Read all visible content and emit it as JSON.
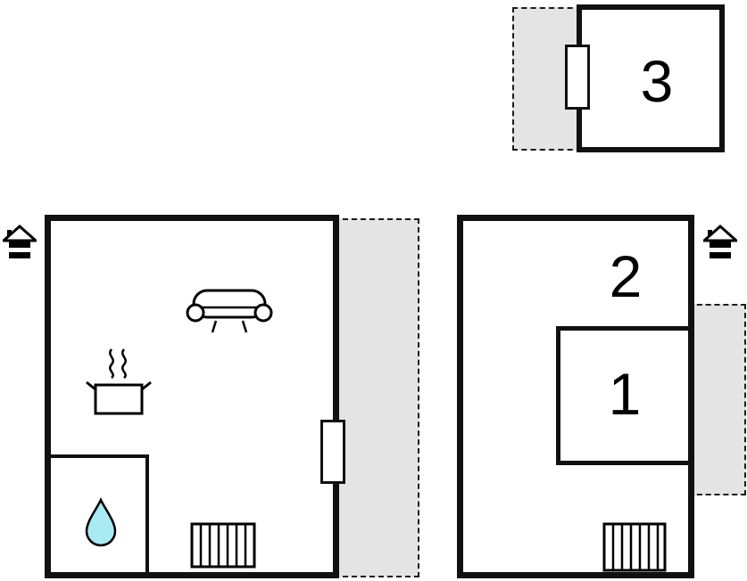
{
  "title": "apartment-floor-plan",
  "colors": {
    "background": "#ffffff",
    "wall": "#111111",
    "room_fill": "#ffffff",
    "terrace_fill": "#e4e4e4",
    "dash_border": "#1a1a1a",
    "water_drop_fill": "#a9e9f2"
  },
  "rooms": {
    "room3": {
      "label": "3"
    },
    "room2": {
      "label": "2"
    },
    "room1": {
      "label": "1"
    }
  },
  "icons": {
    "entrance_left": "house-entrance-icon",
    "entrance_right": "house-entrance-icon",
    "sofa": "sofa-icon",
    "stove": "steaming-pot-icon",
    "water": "water-drop-icon",
    "radiator_left": "radiator-icon",
    "radiator_right": "radiator-icon",
    "door_room3": "door-window-icon",
    "door_left_room": "door-window-icon"
  }
}
